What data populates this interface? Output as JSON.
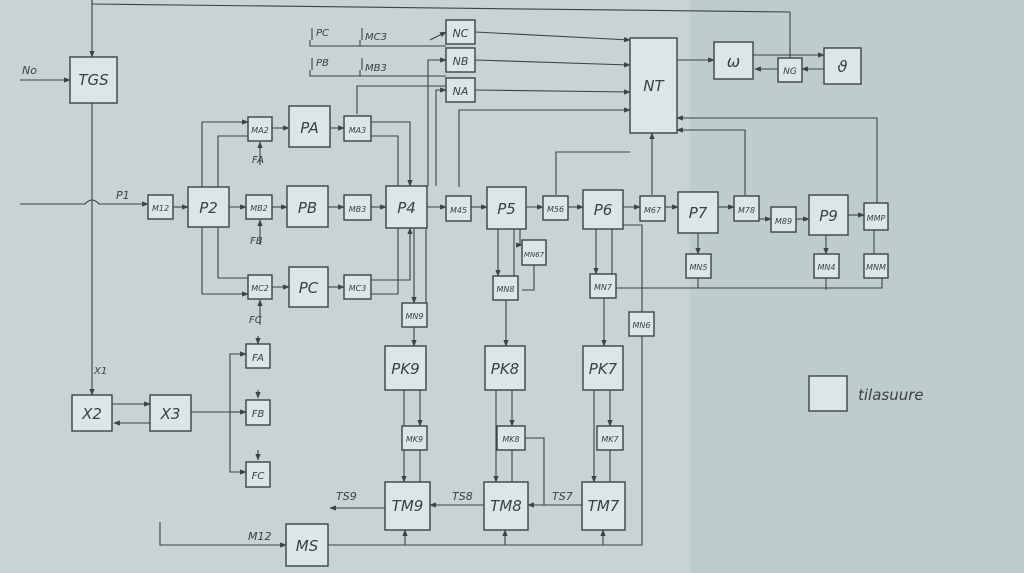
{
  "diagram": {
    "legend_label": "tilasuure",
    "inputs": {
      "no": "No",
      "p1": "P1",
      "x1": "X1",
      "m12": "M12"
    },
    "signals": {
      "pc": "PC",
      "mc3": "MC3",
      "pb": "PB",
      "mb3": "MB3",
      "fa": "FA",
      "fb": "FB",
      "fc": "FC",
      "ts9": "TS9",
      "ts8": "TS8",
      "ts7": "TS7"
    },
    "blocks": {
      "tgs": "TGS",
      "x2": "X2",
      "x3": "X3",
      "fa": "FA",
      "fb": "FB",
      "fc": "FC",
      "ms": "MS",
      "nc": "NC",
      "nb": "NB",
      "na": "NA",
      "nt": "NT",
      "omega": "ω",
      "ng": "NG",
      "theta": "ϑ",
      "m12": "M12",
      "p2": "P2",
      "ma2": "MA2",
      "pa": "PA",
      "ma3": "MA3",
      "mb2": "MB2",
      "pb": "PB",
      "mb3": "MB3",
      "mc2": "MC2",
      "pc": "PC",
      "mc3": "MC3",
      "p4": "P4",
      "m45": "M45",
      "p5": "P5",
      "m56": "M56",
      "p6": "P6",
      "m67": "M67",
      "p7": "P7",
      "m78": "M78",
      "m89": "M89",
      "p9": "P9",
      "mmp": "MMP",
      "mn9": "MN9",
      "mn67": "MN67",
      "mn8": "MN8",
      "mn7": "MN7",
      "mn6": "MN6",
      "mn5": "MN5",
      "mn4": "MN4",
      "mnm": "MNM",
      "pk9": "PK9",
      "pk8": "PK8",
      "pk7": "PK7",
      "mk9": "MK9",
      "mk8": "MK8",
      "mk7": "MK7",
      "tm9": "TM9",
      "tm8": "TM8",
      "tm7": "TM7"
    }
  }
}
